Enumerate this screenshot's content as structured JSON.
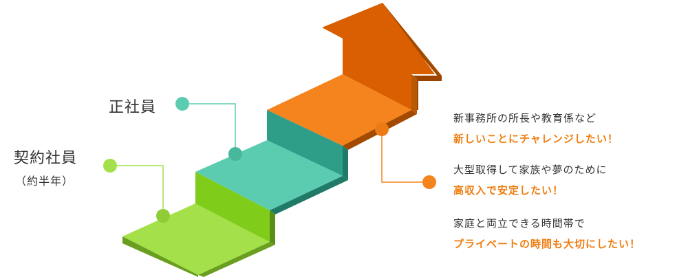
{
  "steps": {
    "contract": {
      "title": "契約社員",
      "note": "（約半年）"
    },
    "regular": {
      "title": "正社員"
    }
  },
  "wishes": [
    {
      "text": "新事務所の所長や教育係など",
      "highlight": "新しいことにチャレンジしたい！"
    },
    {
      "text": "大型取得して家族や夢のために",
      "highlight": "高収入で安定したい！"
    },
    {
      "text": "家庭と両立できる時間帯で",
      "highlight": "プライベートの時間も大切にしたい！"
    }
  ],
  "colors": {
    "lime": "#a4e04a",
    "lime_dark": "#6a9e1e",
    "teal": "#5cccb0",
    "teal_dark": "#2f9e88",
    "orange": "#f5841f",
    "orange_dark": "#b84f00",
    "highlight_text": "#f07d10"
  }
}
